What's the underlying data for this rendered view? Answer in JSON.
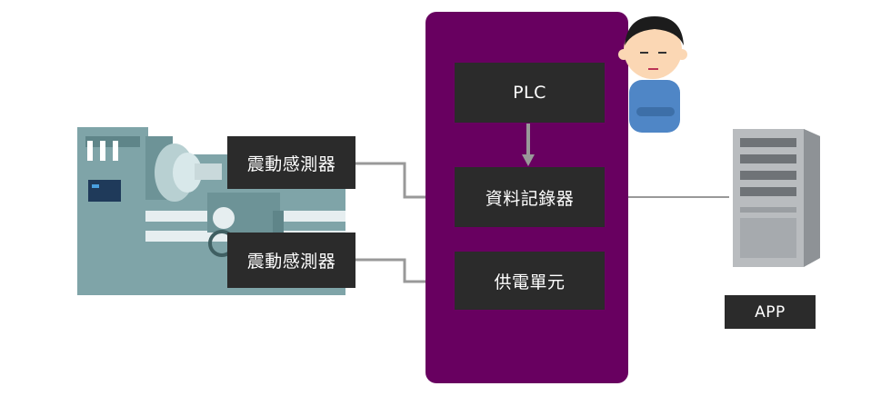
{
  "colors": {
    "panel": "#680060",
    "box": "#2b2b2b",
    "box_text": "#ffffff",
    "connector": "#999999",
    "machine": "#7fa4a8",
    "server": "#b9bcbf"
  },
  "sensors": {
    "top_label": "震動感測器",
    "bottom_label": "震動感測器"
  },
  "panel": {
    "plc_label": "PLC",
    "logger_label": "資料記錄器",
    "power_label": "供電單元"
  },
  "app": {
    "label": "APP"
  },
  "icons": {
    "machine": "lathe-machine-icon",
    "person": "worker-person-icon",
    "server": "server-tower-icon"
  }
}
